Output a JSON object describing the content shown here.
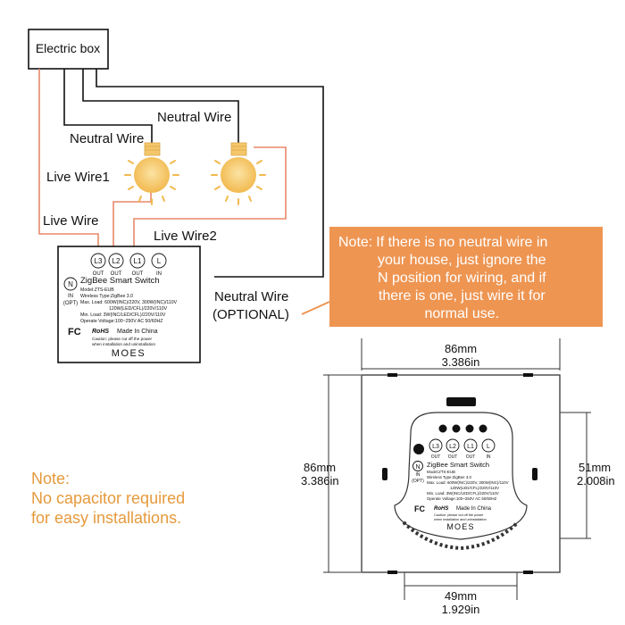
{
  "wiring": {
    "electric_box": "Electric box",
    "neutral_wire_top": "Neutral Wire",
    "neutral_wire_left": "Neutral Wire",
    "live_wire1": "Live Wire1",
    "live_wire": "Live Wire",
    "live_wire2": "Live Wire2",
    "neutral_wire_optional": "Neutral Wire",
    "optional": "(OPTIONAL)"
  },
  "note": {
    "label": "Note:",
    "lines": [
      "If there is no neutral wire in",
      "your house, just ignore the",
      "N position for wiring, and if",
      "there is one, just wire it for",
      "normal use."
    ]
  },
  "side_note": {
    "title": "Note:",
    "line1": "No capacitor required",
    "line2": "for easy installations."
  },
  "module": {
    "terminals": [
      {
        "name": "L3",
        "sub": "OUT"
      },
      {
        "name": "L2",
        "sub": "OUT"
      },
      {
        "name": "L1",
        "sub": "OUT"
      },
      {
        "name": "L",
        "sub": "IN"
      }
    ],
    "n_terminal": "N",
    "n_in": "IN",
    "n_opt": "(OPT)",
    "title": "ZigBee Smart Switch",
    "model": "Model:ZTS-EUB",
    "wireless": "Wireless Type:ZigBee 3.0",
    "max_load_1": "Max. Load: 600W(INC)/220V, 300W(INC)/110V",
    "max_load_2": "120W(LED/CFL)/220V/110V",
    "min_load": "Min. Load: 3W(INC/LED/CFL)/220V/110V",
    "voltage": "Operate Voltage:100~250V AC 50/60HZ",
    "cert_fc": "FC",
    "cert_rohs": "RoHS",
    "made_in": "Made In China",
    "caution_1": "Caution: please cut off the power",
    "caution_2": "when installation and uninstallation",
    "brand": "MOES"
  },
  "dimensions": {
    "top_mm": "86mm",
    "top_in": "3.386in",
    "left_mm": "86mm",
    "left_in": "3.386in",
    "right_mm": "51mm",
    "right_in": "2.008in",
    "bottom_mm": "49mm",
    "bottom_in": "1.929in"
  },
  "colors": {
    "live": "#e8896a",
    "neutral": "#111111",
    "note_bg": "#ee9552",
    "side_note": "#e69a3c",
    "bulb": "#f5c76a"
  }
}
